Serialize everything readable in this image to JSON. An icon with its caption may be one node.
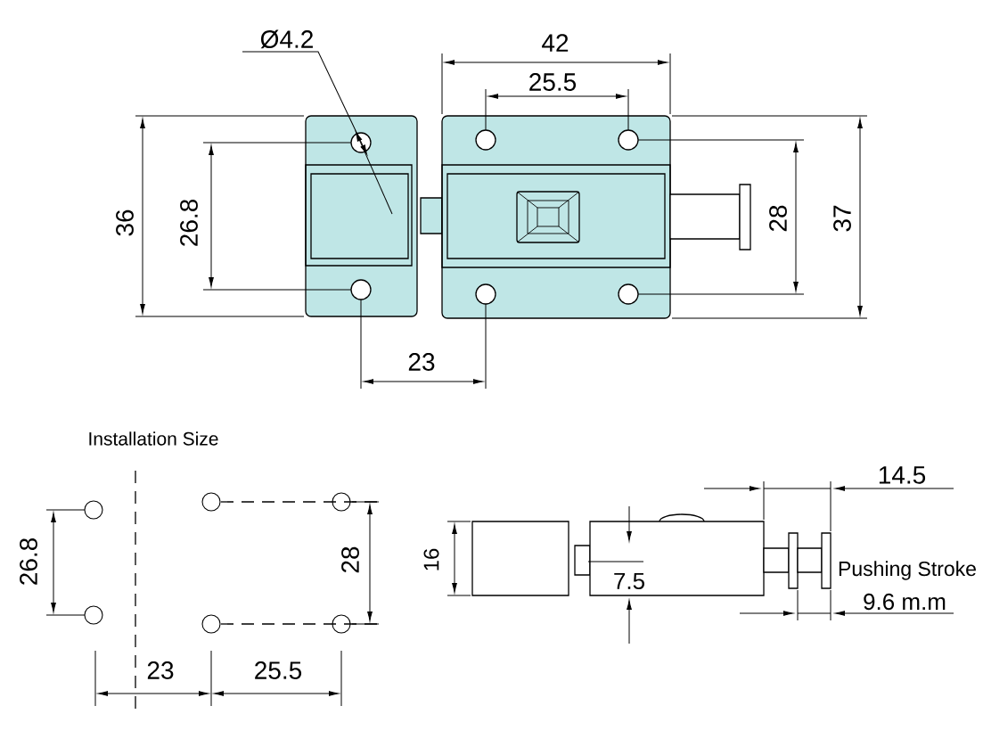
{
  "diagram": {
    "labels": [
      "Ø4.2",
      "42",
      "25.5",
      "36",
      "26.8",
      "28",
      "37",
      "23",
      "Installation Size",
      "26.8",
      "28",
      "23",
      "25.5",
      "14.5",
      "16",
      "7.5",
      "Pushing Stroke",
      "9.6 m.m"
    ]
  }
}
